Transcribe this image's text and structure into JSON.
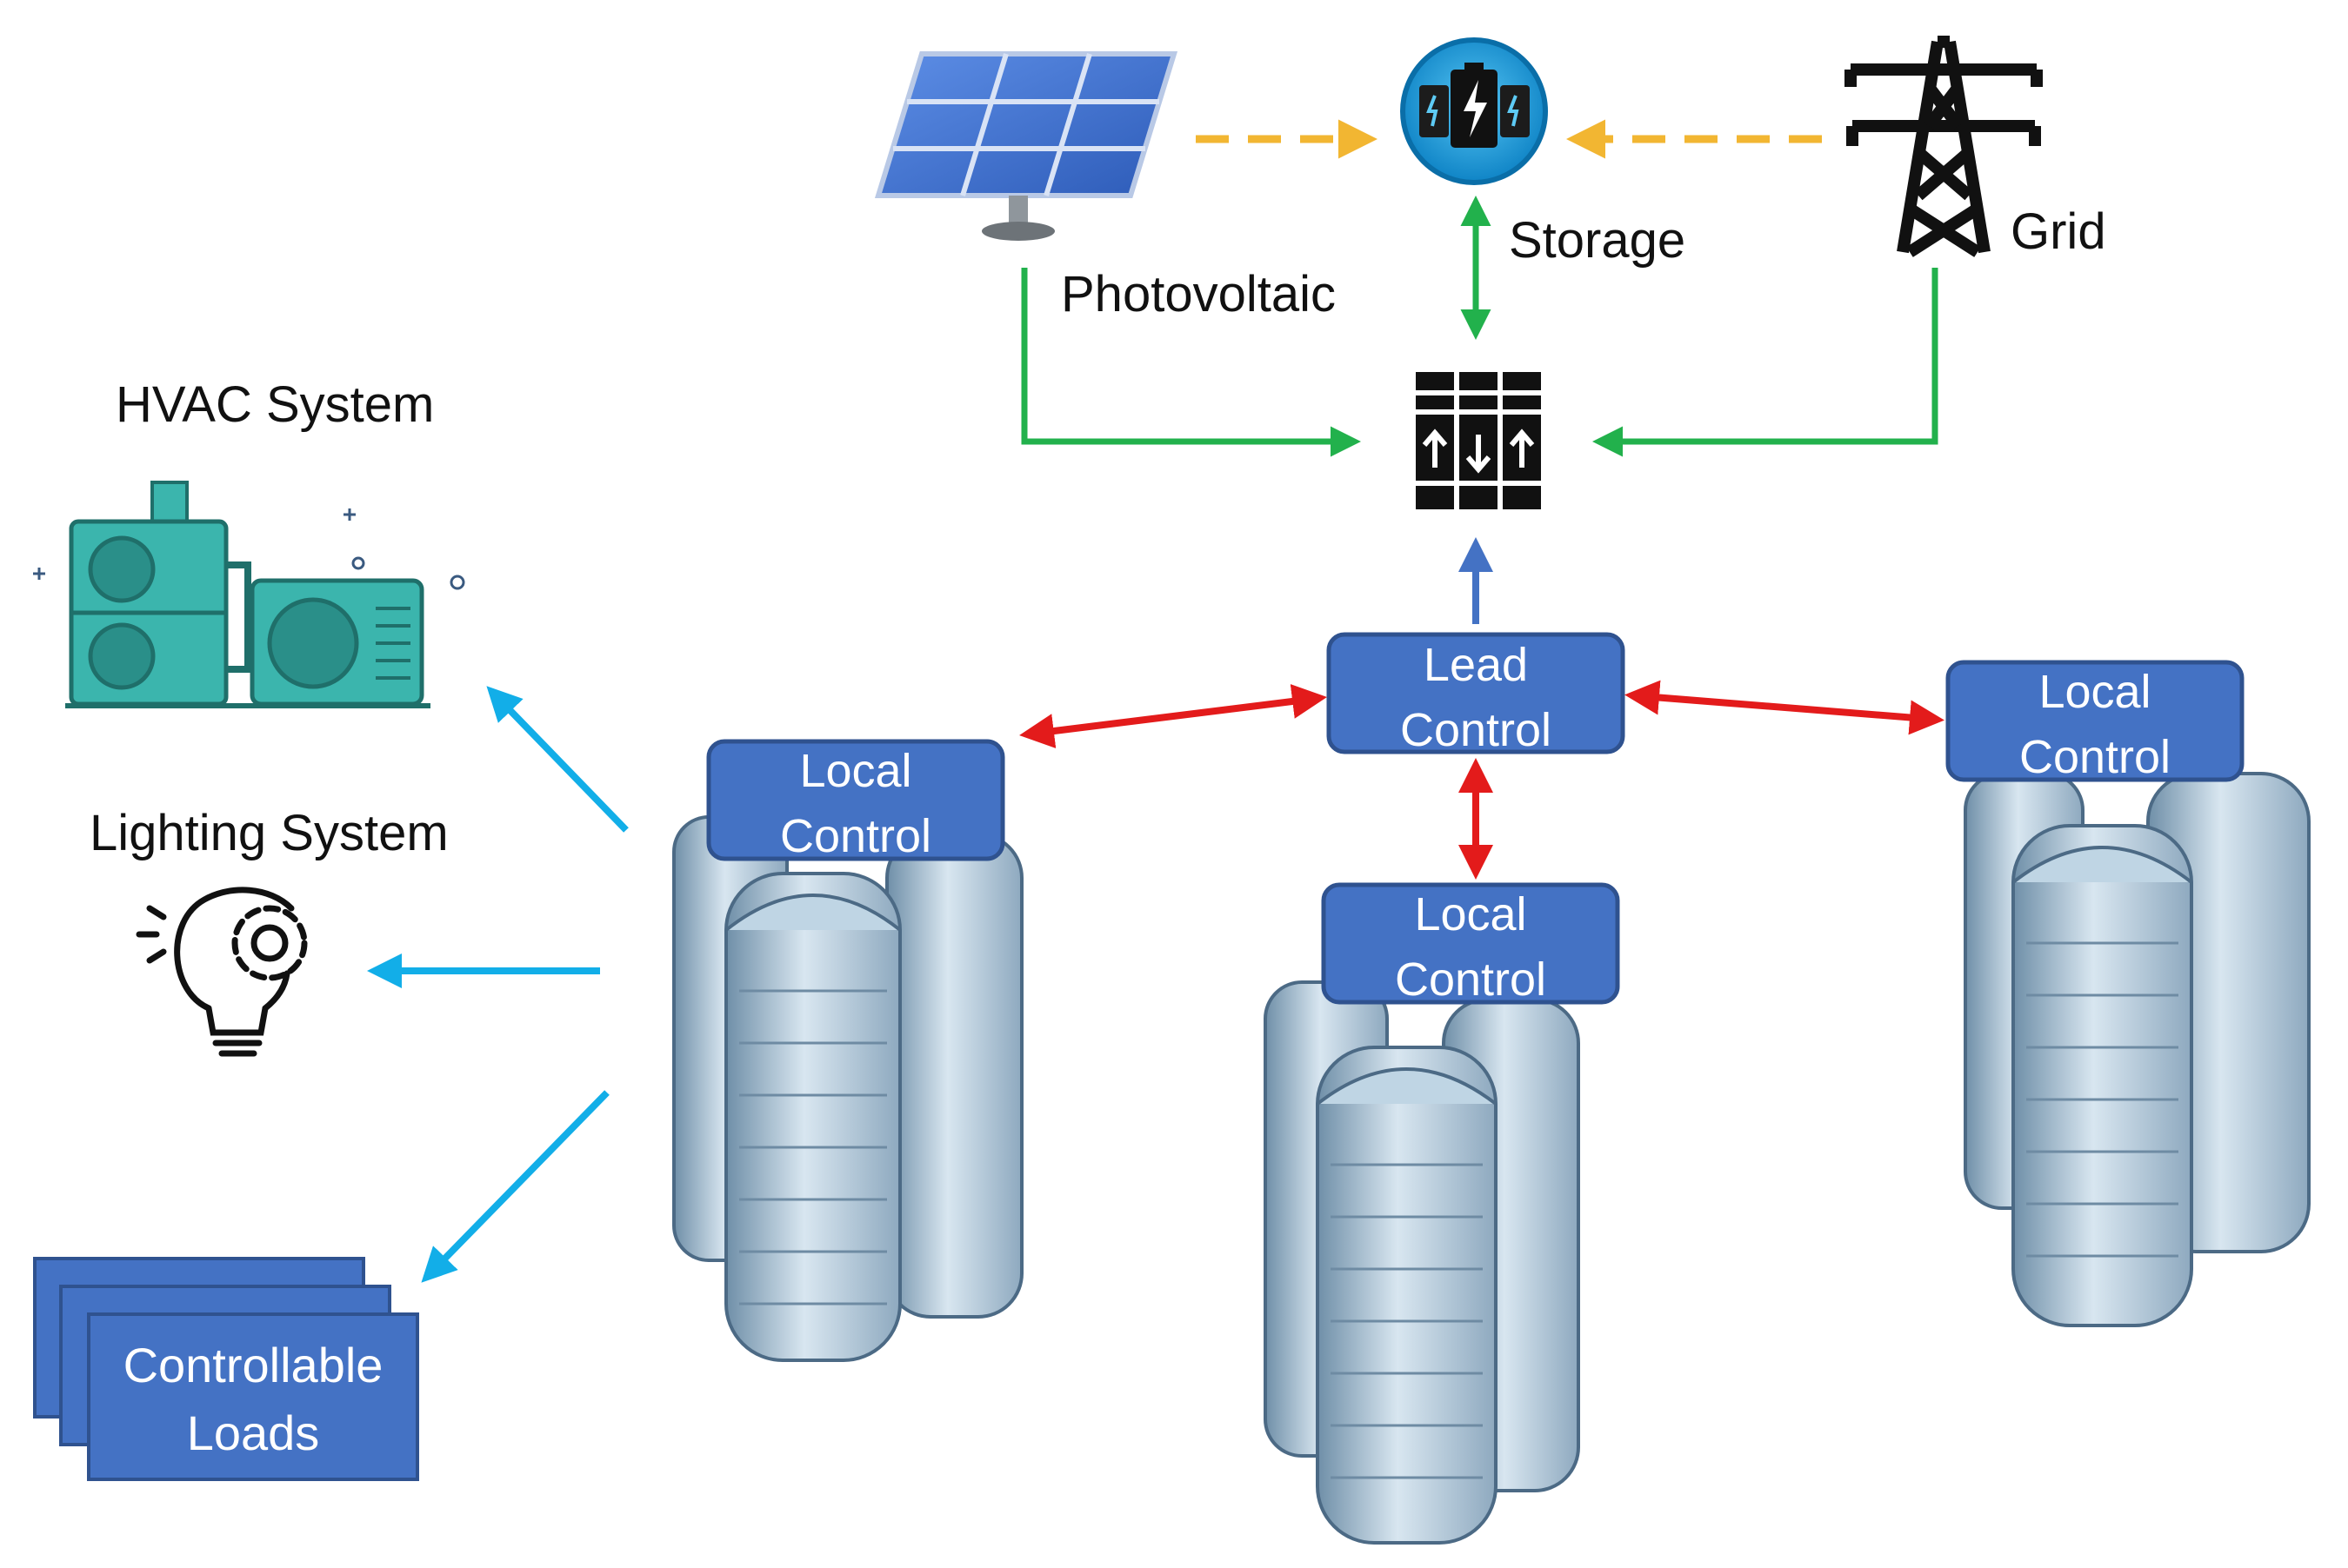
{
  "sources": {
    "photovoltaic_label": "Photovoltaic",
    "storage_label": "Storage",
    "grid_label": "Grid"
  },
  "loads": {
    "hvac_label": "HVAC System",
    "lighting_label": "Lighting System",
    "controllable_line1": "Controllable",
    "controllable_line2": "Loads"
  },
  "controls": {
    "lead_line1": "Lead",
    "lead_line2": "Control",
    "local_line1": "Local",
    "local_line2": "Control"
  },
  "colors": {
    "energy_flow_dashed": "#f2b632",
    "power_flow": "#22b14c",
    "communication": "#e31b1b",
    "control_signal": "#4472c4",
    "load_signal": "#12aee8",
    "control_box": "#4472c4",
    "hvac_unit": "#3bb5ad",
    "solar_panel": "#3d6fd0",
    "storage_circle": "#1aa3e8"
  },
  "icons": {
    "photovoltaic": "solar-panel-icon",
    "storage": "battery-storage-icon",
    "grid": "transmission-tower-icon",
    "converter": "power-converter-icon",
    "hvac": "hvac-unit-icon",
    "lighting": "lightbulb-gear-icon",
    "building": "building-cluster-icon"
  }
}
